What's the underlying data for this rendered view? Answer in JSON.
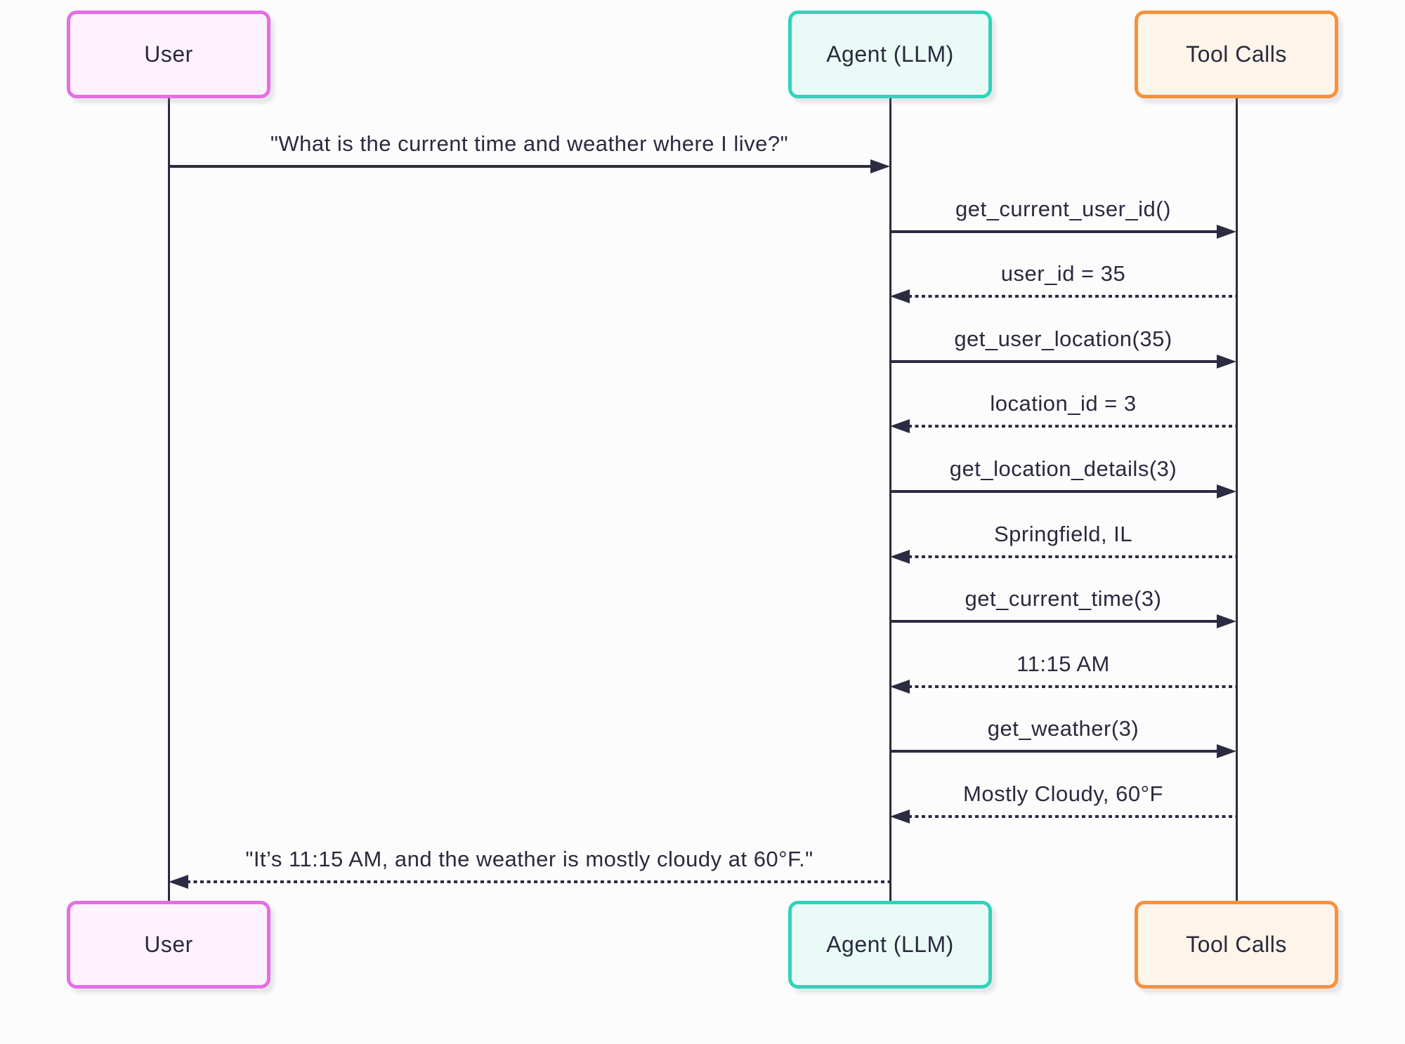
{
  "diagram": {
    "type": "sequence-diagram",
    "colors": {
      "background": "#fcfcfd",
      "line": "#2b2b42",
      "text": "#2a2a3e"
    },
    "actors": [
      {
        "id": "user",
        "label": "User",
        "border_color": "#e36fe3",
        "fill_color": "#fdf2fd"
      },
      {
        "id": "agent",
        "label": "Agent (LLM)",
        "border_color": "#2fd4bc",
        "fill_color": "#eafaf7"
      },
      {
        "id": "tool",
        "label": "Tool Calls",
        "border_color": "#f6913c",
        "fill_color": "#fdf4ea"
      }
    ],
    "messages": [
      {
        "from": "user",
        "to": "agent",
        "line": "solid",
        "label": "\"What is the current time and weather where I live?\""
      },
      {
        "from": "agent",
        "to": "tool",
        "line": "solid",
        "label": "get_current_user_id()"
      },
      {
        "from": "tool",
        "to": "agent",
        "line": "dotted",
        "label": "user_id = 35"
      },
      {
        "from": "agent",
        "to": "tool",
        "line": "solid",
        "label": "get_user_location(35)"
      },
      {
        "from": "tool",
        "to": "agent",
        "line": "dotted",
        "label": "location_id = 3"
      },
      {
        "from": "agent",
        "to": "tool",
        "line": "solid",
        "label": "get_location_details(3)"
      },
      {
        "from": "tool",
        "to": "agent",
        "line": "dotted",
        "label": "Springfield, IL"
      },
      {
        "from": "agent",
        "to": "tool",
        "line": "solid",
        "label": "get_current_time(3)"
      },
      {
        "from": "tool",
        "to": "agent",
        "line": "dotted",
        "label": "11:15 AM"
      },
      {
        "from": "agent",
        "to": "tool",
        "line": "solid",
        "label": "get_weather(3)"
      },
      {
        "from": "tool",
        "to": "agent",
        "line": "dotted",
        "label": "Mostly Cloudy, 60°F"
      },
      {
        "from": "agent",
        "to": "user",
        "line": "dotted",
        "label": "\"It’s 11:15 AM, and the weather is mostly cloudy at 60°F.\""
      }
    ]
  }
}
